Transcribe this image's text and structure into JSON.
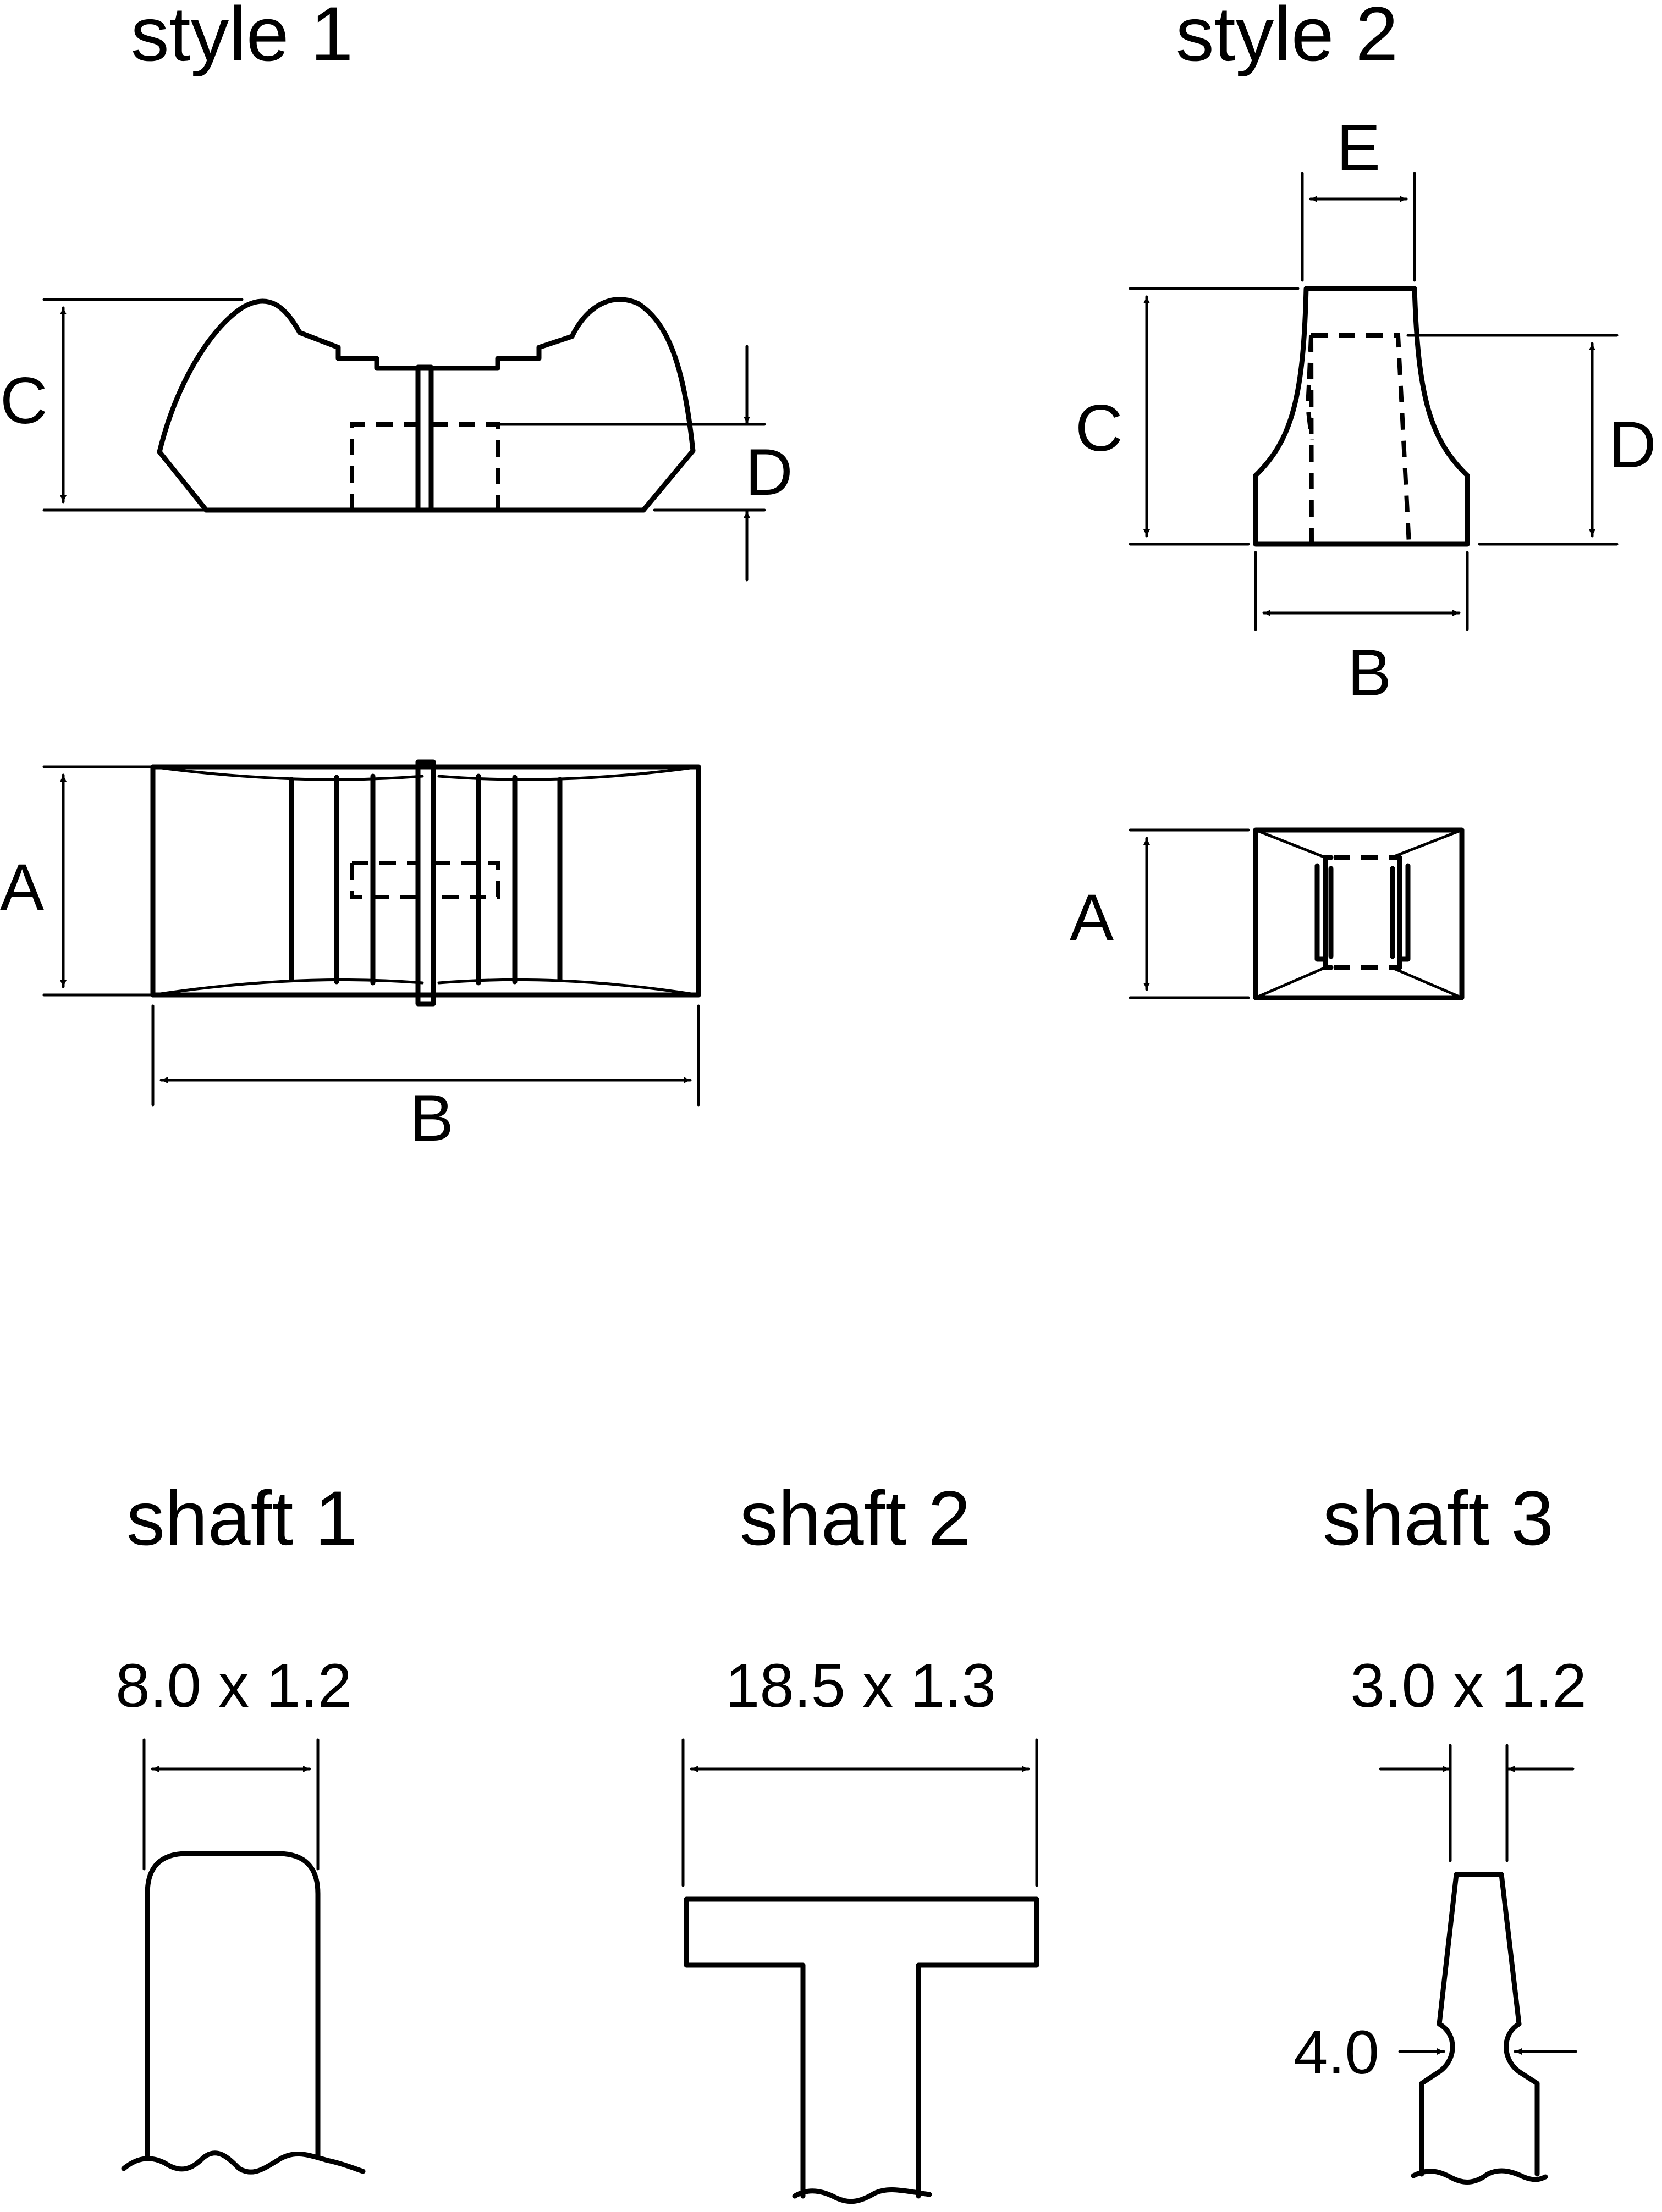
{
  "style1": {
    "title": "style 1",
    "labels": {
      "a": "A",
      "b": "B",
      "c": "C",
      "d": "D"
    }
  },
  "style2": {
    "title": "style 2",
    "labels": {
      "a": "A",
      "b": "B",
      "c": "C",
      "d": "D",
      "e": "E"
    }
  },
  "shaft1": {
    "title": "shaft 1",
    "dimension": "8.0 x 1.2"
  },
  "shaft2": {
    "title": "shaft 2",
    "dimension": "18.5 x 1.3"
  },
  "shaft3": {
    "title": "shaft 3",
    "dimension": "3.0 x 1.2",
    "neck_dimension": "4.0"
  }
}
